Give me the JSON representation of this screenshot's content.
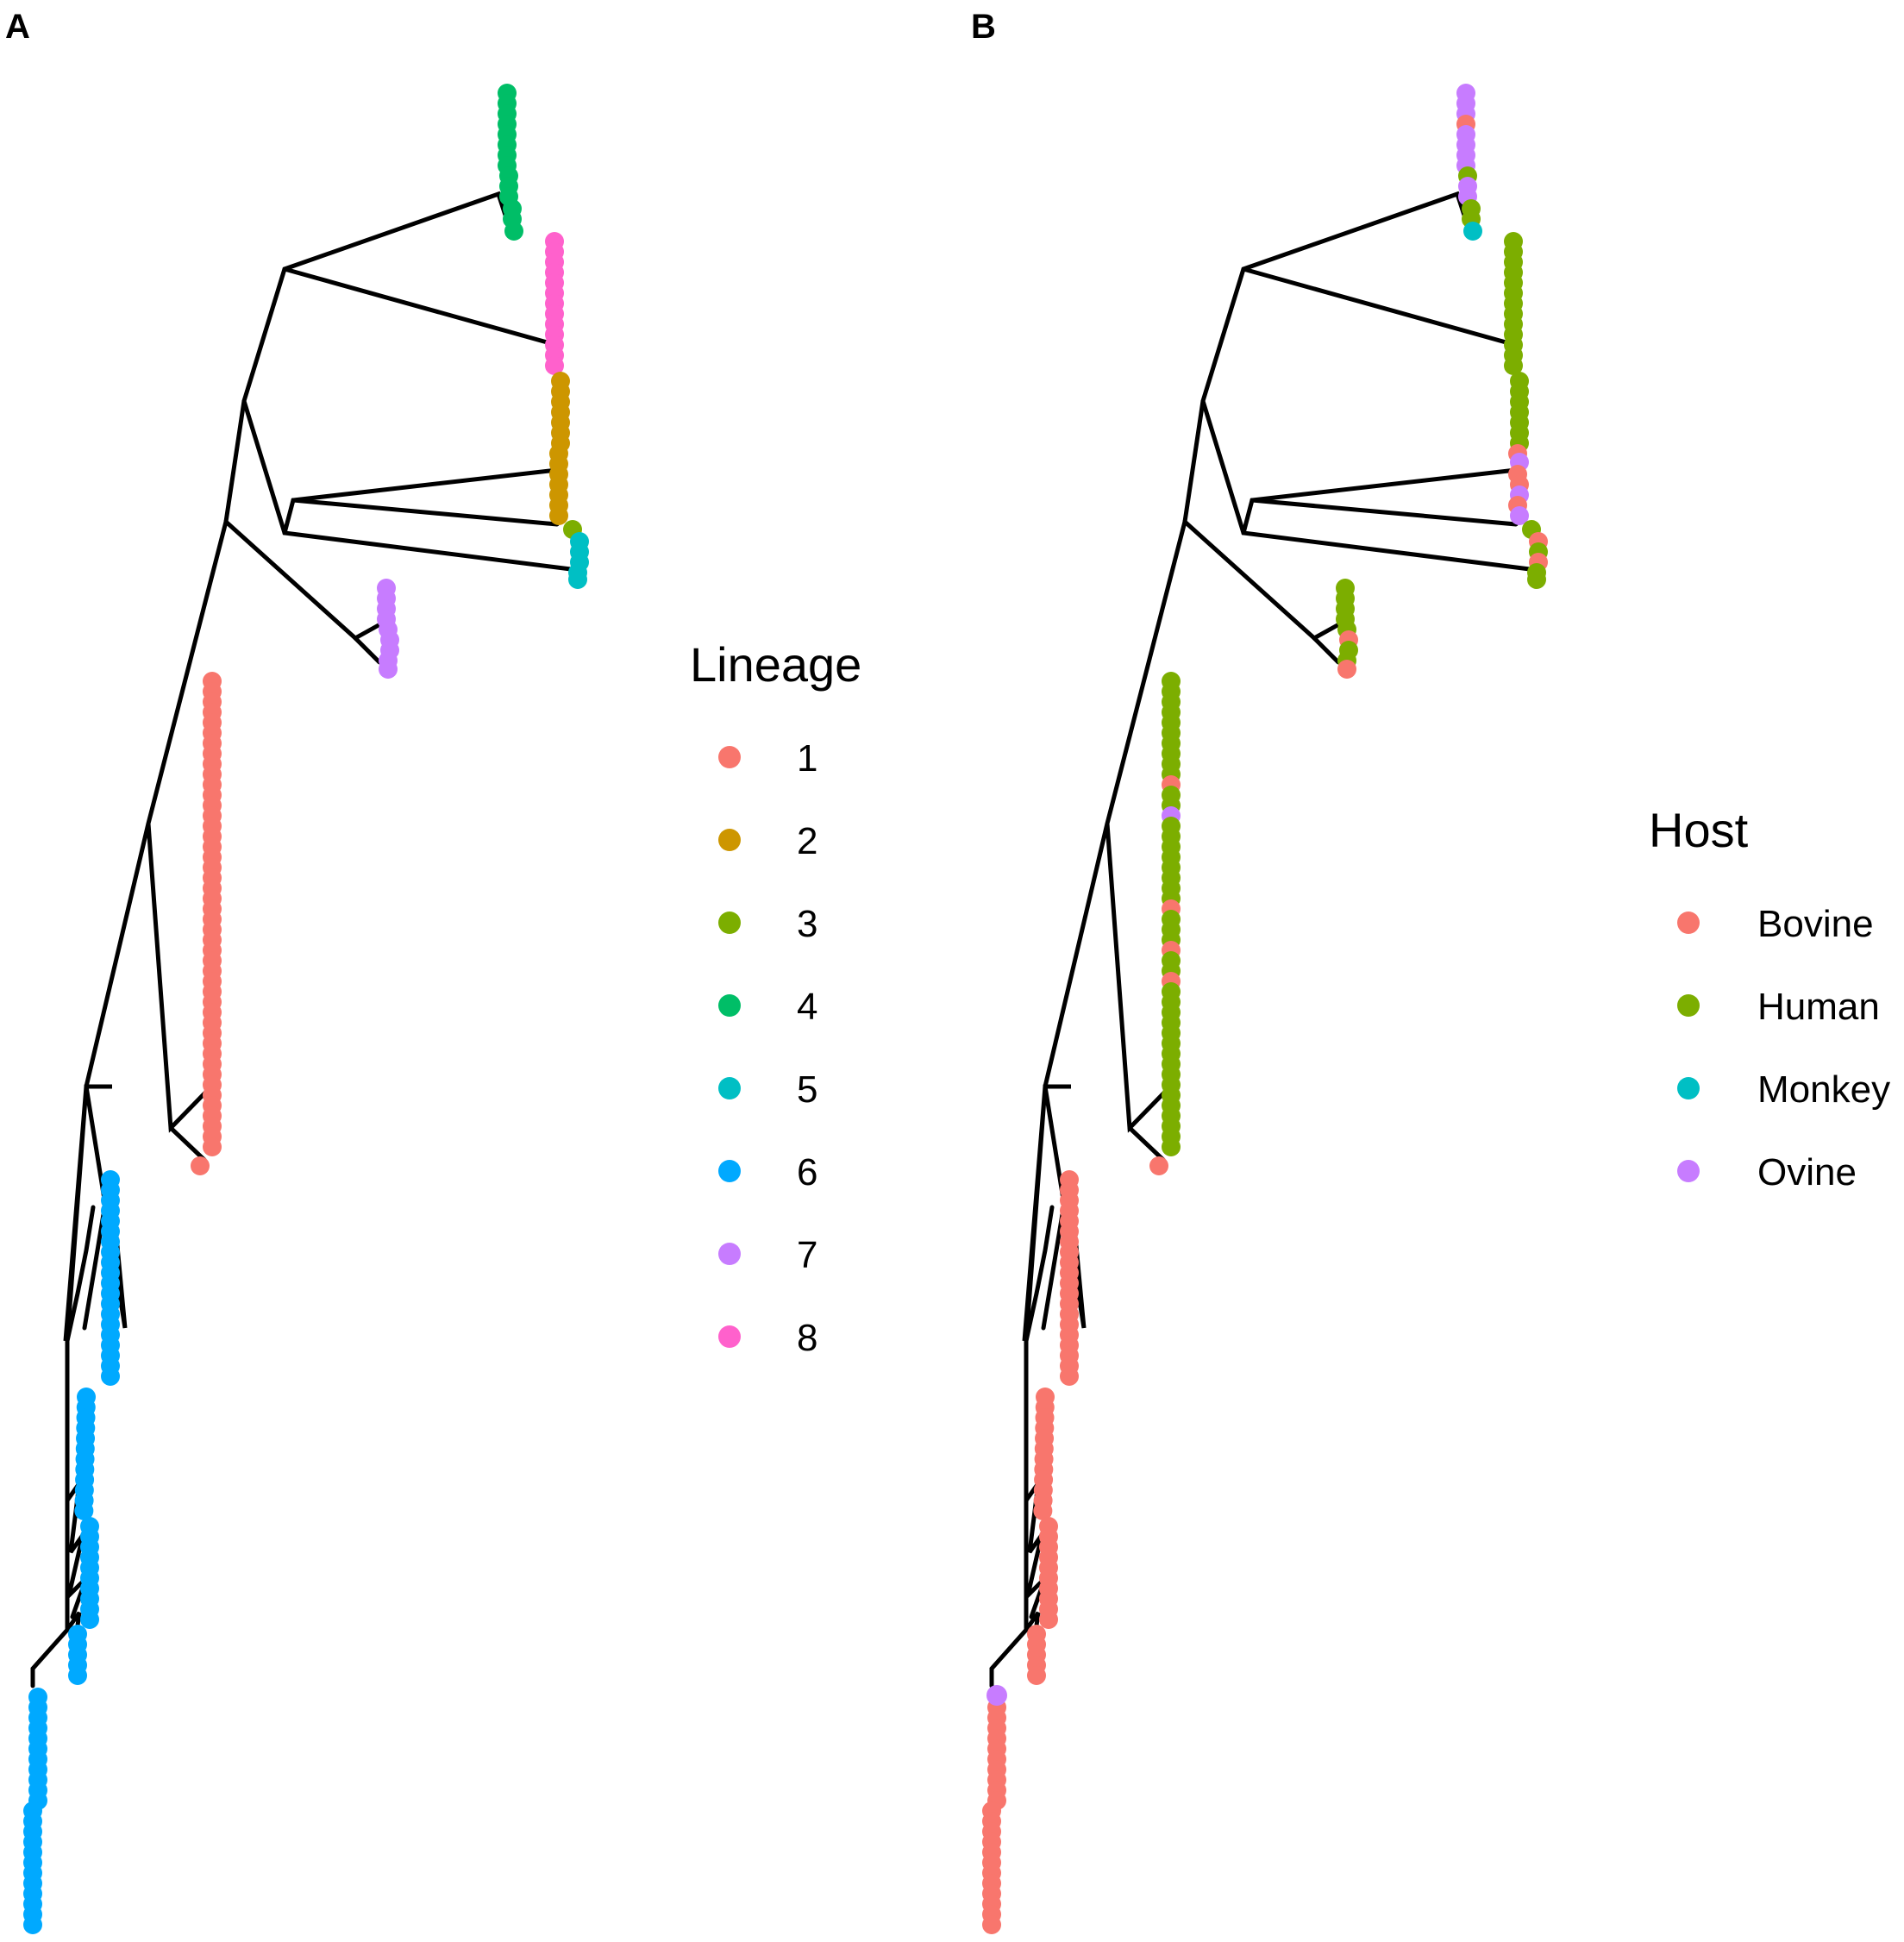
{
  "chart_data": [
    {
      "type": "scatter",
      "panel_label": "A",
      "legend": {
        "title": "Lineage",
        "placement": "right",
        "entries": [
          {
            "label": "1",
            "color": "#F8766D"
          },
          {
            "label": "2",
            "color": "#CD9600"
          },
          {
            "label": "3",
            "color": "#7CAE00"
          },
          {
            "label": "4",
            "color": "#00BE67"
          },
          {
            "label": "5",
            "color": "#00BFC4"
          },
          {
            "label": "6",
            "color": "#00A9FF"
          },
          {
            "label": "7",
            "color": "#C77CFF"
          },
          {
            "label": "8",
            "color": "#FF61CC"
          }
        ]
      },
      "clades": [
        {
          "category": "4",
          "count": 18
        },
        {
          "category": "8",
          "count": 16
        },
        {
          "category": "2",
          "count": 18
        },
        {
          "category": "3",
          "count": 1
        },
        {
          "category": "5",
          "count": 5
        },
        {
          "category": "7",
          "count": 10
        },
        {
          "category": "1",
          "count": 60
        },
        {
          "category": "6",
          "count": 28
        },
        {
          "category": "6",
          "count": 34
        },
        {
          "category": "6",
          "count": 44
        }
      ],
      "grid": false,
      "axes": false
    },
    {
      "type": "scatter",
      "panel_label": "B",
      "legend": {
        "title": "Host",
        "placement": "right",
        "entries": [
          {
            "label": "Bovine",
            "color": "#F8766D"
          },
          {
            "label": "Human",
            "color": "#7CAE00"
          },
          {
            "label": "Monkey",
            "color": "#00BFC4"
          },
          {
            "label": "Ovine",
            "color": "#C77CFF"
          }
        ]
      },
      "clades": [
        {
          "category": "Ovine",
          "count": 18
        },
        {
          "category": "Human",
          "count": 16
        },
        {
          "category": "Human",
          "count": 18
        },
        {
          "category": "Human",
          "count": 6
        },
        {
          "category": "Human",
          "count": 10
        },
        {
          "category": "Human",
          "count": 60
        },
        {
          "category": "Bovine",
          "count": 28
        },
        {
          "category": "Bovine",
          "count": 34
        },
        {
          "category": "Bovine",
          "count": 44
        }
      ],
      "grid": false,
      "axes": false
    }
  ]
}
